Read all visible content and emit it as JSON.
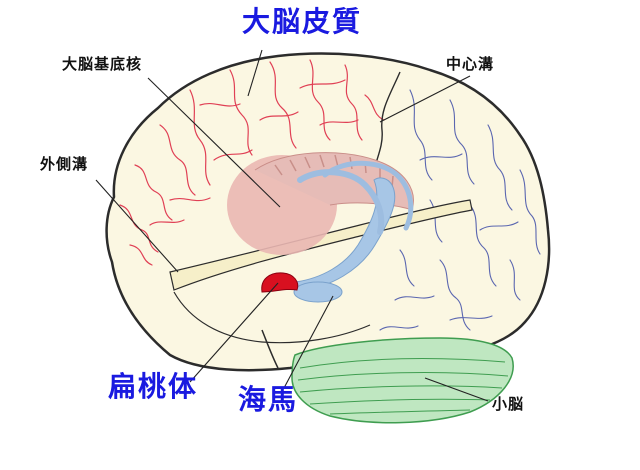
{
  "labels": {
    "cerebral_cortex": "大脳皮質",
    "basal_ganglia": "大脳基底核",
    "central_sulcus": "中心溝",
    "lateral_sulcus": "外側溝",
    "amygdala": "扁桃体",
    "hippocampus": "海馬",
    "cerebellum": "小脳"
  },
  "colors": {
    "title_blue": "#1a1ae0",
    "label_black": "#111111",
    "cortex_fill": "#fbf7e2",
    "frontal_sulci": "#e04055",
    "posterior_sulci": "#5a66b0",
    "basal_ganglia": "#eab7b3",
    "hippocampus": "#a7c6e6",
    "amygdala": "#d81020",
    "cerebellum": "#bfe7c1",
    "cerebellum_lines": "#3f9d50"
  }
}
